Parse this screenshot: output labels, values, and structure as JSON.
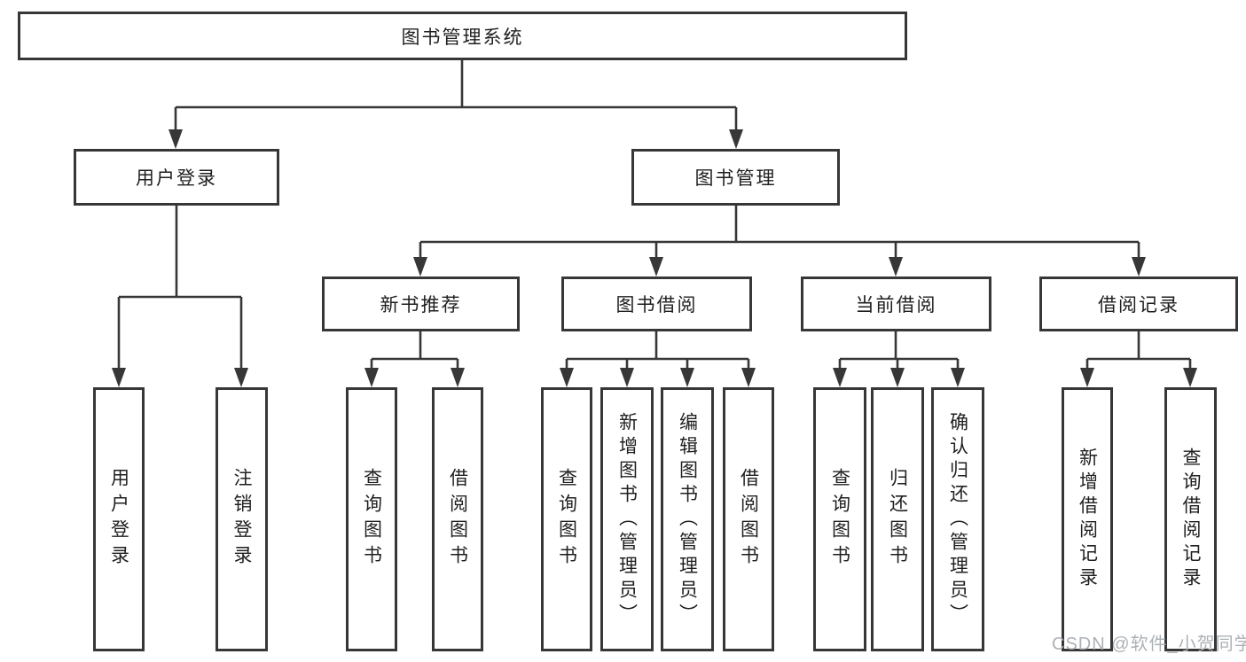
{
  "diagram": {
    "root": {
      "label": "图书管理系统"
    },
    "branches": [
      {
        "label": "用户登录",
        "children": [
          {
            "label": "用户登录"
          },
          {
            "label": "注销登录"
          }
        ]
      },
      {
        "label": "图书管理",
        "children": [
          {
            "label": "新书推荐",
            "children": [
              {
                "label": "查询图书"
              },
              {
                "label": "借阅图书"
              }
            ]
          },
          {
            "label": "图书借阅",
            "children": [
              {
                "label": "查询图书"
              },
              {
                "label": "新增图书（管理员）"
              },
              {
                "label": "编辑图书（管理员）"
              },
              {
                "label": "借阅图书"
              }
            ]
          },
          {
            "label": "当前借阅",
            "children": [
              {
                "label": "查询图书"
              },
              {
                "label": "归还图书"
              },
              {
                "label": "确认归还（管理员）"
              }
            ]
          },
          {
            "label": "借阅记录",
            "children": [
              {
                "label": "新增借阅记录"
              },
              {
                "label": "查询借阅记录"
              }
            ]
          }
        ]
      }
    ]
  },
  "watermark": {
    "text": "CSDN @软件_小贺同学"
  },
  "colors": {
    "line": "#373737",
    "text": "#1f1f1f",
    "watermark": "#a9aeb3",
    "background": "#ffffff"
  }
}
